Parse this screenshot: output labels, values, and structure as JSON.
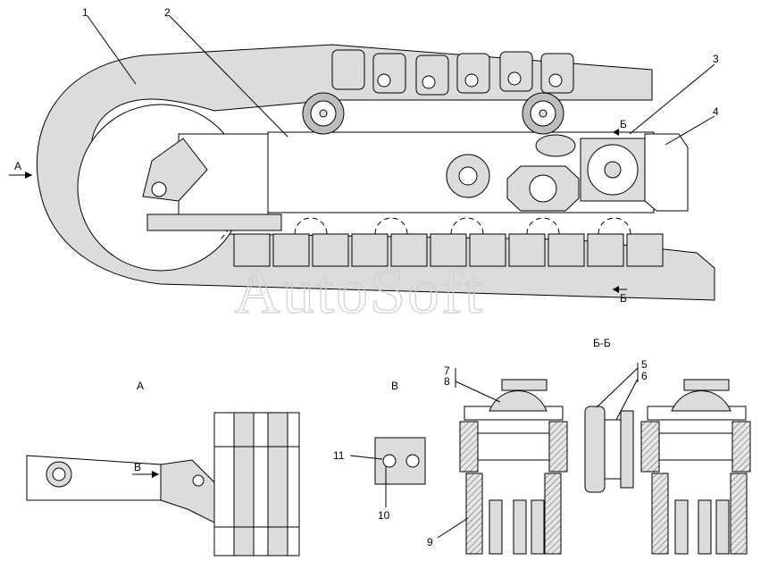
{
  "callouts": {
    "c1": "1",
    "c2": "2",
    "c3": "3",
    "c4": "4",
    "c5": "5",
    "c6": "6",
    "c7": "7",
    "c8": "8",
    "c9": "9",
    "c10": "10",
    "c11": "11"
  },
  "arrows": {
    "view_a": "А",
    "view_v": "В",
    "section_b_top": "Б",
    "section_b_bottom": "Б"
  },
  "views": {
    "view_a_title": "А",
    "view_v_title": "В",
    "section_title": "Б-Б"
  },
  "watermark": "AutoSoft"
}
